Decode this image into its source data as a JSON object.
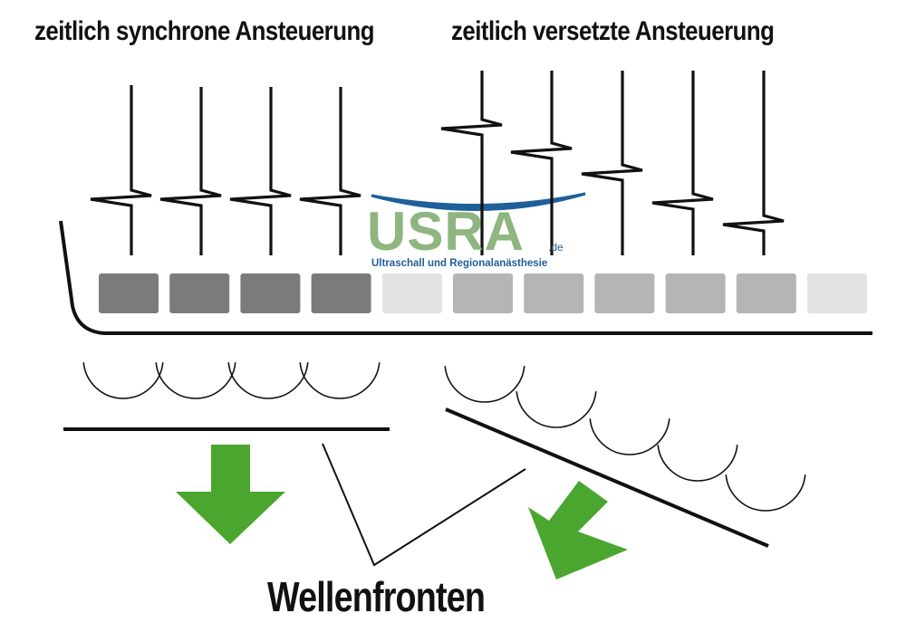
{
  "titles": {
    "synchronous": "zeitlich synchrone Ansteuerung",
    "delayed": "zeitlich versetzte Ansteuerung"
  },
  "caption": "Wellenfronten",
  "logo": {
    "name": "USRA",
    "tld": ".de",
    "subtitle": "Ultraschall und Regionalanästhesie"
  },
  "transducer": {
    "element_count": 11,
    "element_fill": [
      "#7b7b7b",
      "#7b7b7b",
      "#7b7b7b",
      "#7b7b7b",
      "#e3e3e3",
      "#b5b5b5",
      "#b5b5b5",
      "#b5b5b5",
      "#b5b5b5",
      "#b5b5b5",
      "#e3e3e3"
    ]
  },
  "colors": {
    "arrow": "#4aa62e",
    "logo_green": "#8fb580",
    "logo_blue": "#1f5f9a",
    "line": "#111111"
  }
}
